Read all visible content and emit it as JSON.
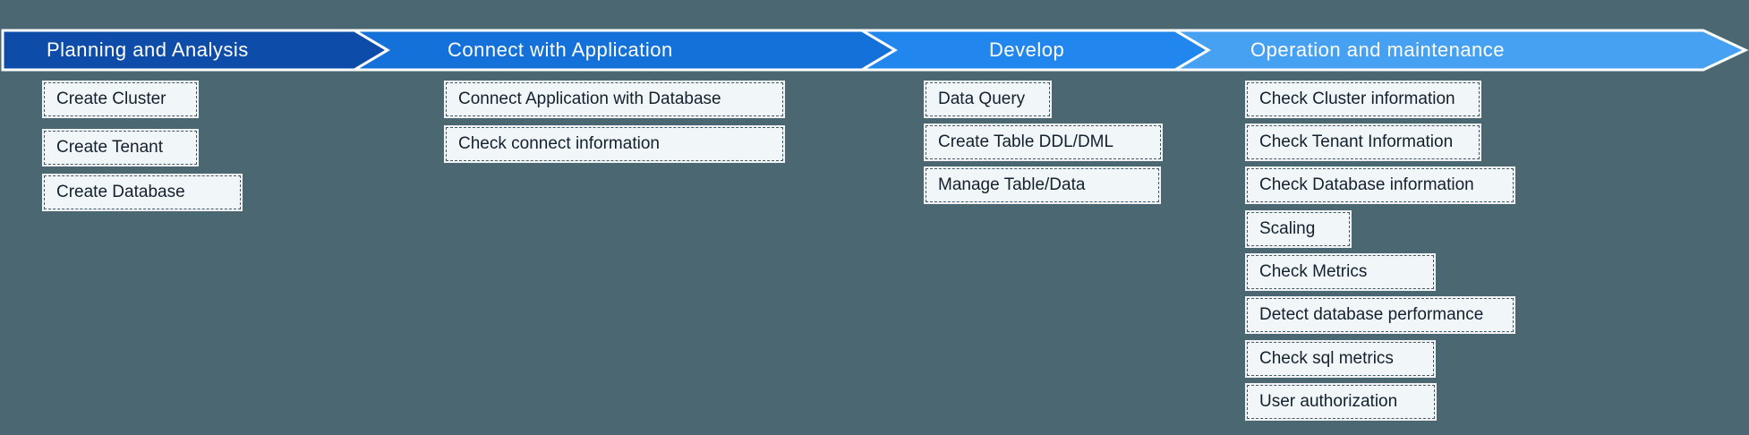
{
  "background": "#4b6872",
  "phases": [
    {
      "label": "Planning and Analysis",
      "color": "#0d4ca8",
      "items": [
        "Create Cluster",
        "Create Tenant",
        "Create Database"
      ]
    },
    {
      "label": "Connect with Application",
      "color": "#1371d9",
      "items": [
        "Connect Application with Database",
        "Check connect information"
      ]
    },
    {
      "label": "Develop",
      "color": "#2187ee",
      "items": [
        "Data Query",
        "Create Table DDL/DML",
        "Manage Table/Data"
      ]
    },
    {
      "label": "Operation and maintenance",
      "color": "#47a1f2",
      "items": [
        "Check Cluster information",
        "Check Tenant Information",
        "Check Database information",
        "Scaling",
        "Check Metrics",
        "Detect database performance",
        "Check sql metrics",
        "User authorization"
      ]
    }
  ]
}
